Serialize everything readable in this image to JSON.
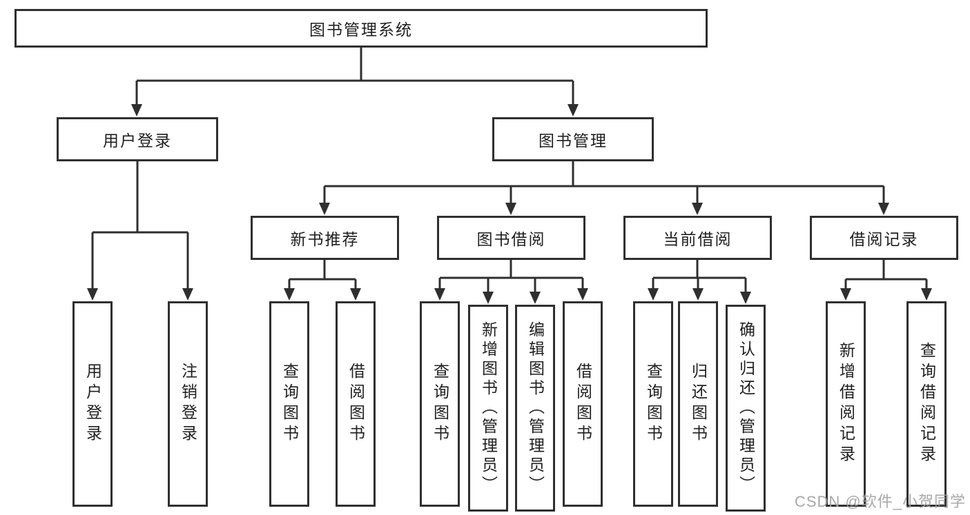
{
  "colors": {
    "line": "#2f2f2f",
    "box-bg": "#ffffff",
    "text": "#1f1f1f",
    "watermark": "#a0a0a0",
    "background": "#ffffff"
  },
  "watermark": {
    "text": "CSDN @软件_小贺同学"
  },
  "tree": {
    "root": {
      "label": "图书管理系统"
    },
    "branches": [
      {
        "label": "用户登录",
        "children": [
          {
            "label": "用户登录"
          },
          {
            "label": "注销登录"
          }
        ]
      },
      {
        "label": "图书管理",
        "children": [
          {
            "label": "新书推荐",
            "children": [
              {
                "label": "查询图书"
              },
              {
                "label": "借阅图书"
              }
            ]
          },
          {
            "label": "图书借阅",
            "children": [
              {
                "label": "查询图书"
              },
              {
                "label": "新增图书（管理员）"
              },
              {
                "label": "编辑图书（管理员）"
              },
              {
                "label": "借阅图书"
              }
            ]
          },
          {
            "label": "当前借阅",
            "children": [
              {
                "label": "查询图书"
              },
              {
                "label": "归还图书"
              },
              {
                "label": "确认归还（管理员）"
              }
            ]
          },
          {
            "label": "借阅记录",
            "children": [
              {
                "label": "新增借阅记录"
              },
              {
                "label": "查询借阅记录"
              }
            ]
          }
        ]
      }
    ]
  }
}
